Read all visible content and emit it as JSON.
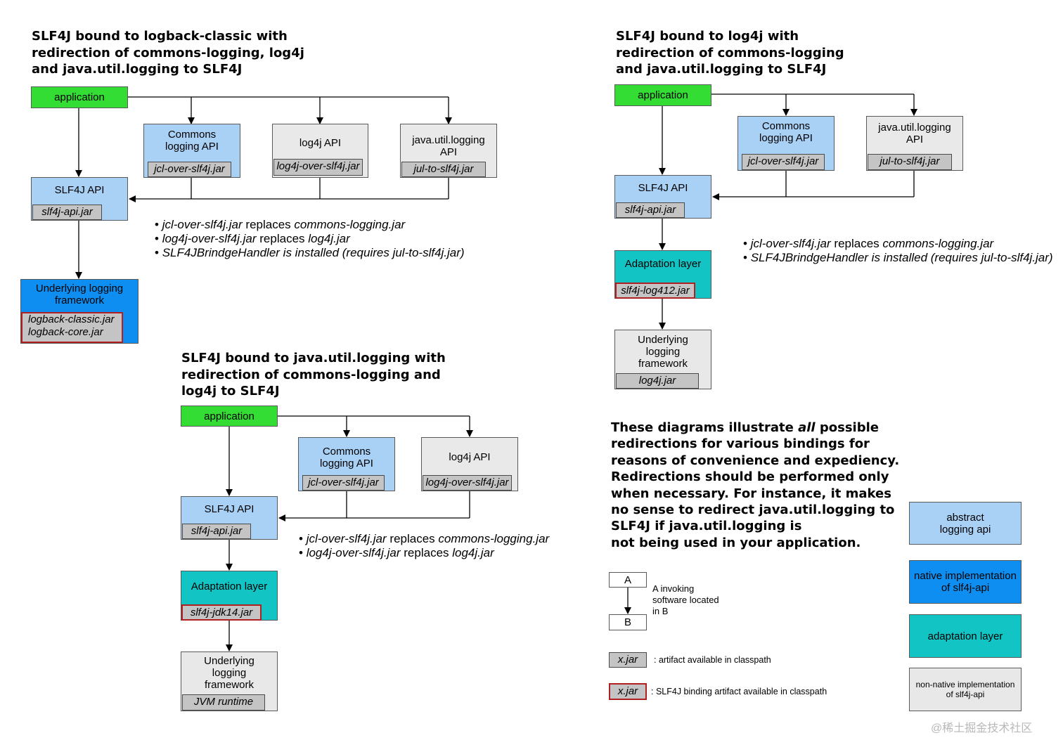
{
  "diagram1": {
    "title_lines": [
      "SLF4J bound to logback-classic with",
      "redirection of commons-logging, log4j",
      "and java.util.logging to SLF4J"
    ],
    "application": "application",
    "commons_api": [
      "Commons",
      "logging API"
    ],
    "commons_jar": "jcl-over-slf4j.jar",
    "log4j_api": "log4j API",
    "log4j_jar": "log4j-over-slf4j.jar",
    "jul_api": [
      "java.util.logging",
      "API"
    ],
    "jul_jar": "jul-to-slf4j.jar",
    "slf4j_api": "SLF4J API",
    "slf4j_jar": "slf4j-api.jar",
    "underlying": [
      "Underlying logging",
      "framework"
    ],
    "underlying_jars": [
      "logback-classic.jar",
      "logback-core.jar"
    ],
    "notes": [
      {
        "a": "jcl-over-slf4j.jar",
        "b": " replaces ",
        "c": "commons-logging.jar"
      },
      {
        "a": "log4j-over-slf4j.jar",
        "b": " replaces ",
        "c": "log4j.jar"
      },
      {
        "a": "SLF4JBrindgeHandler is installed (requires jul-to-slf4j.jar)",
        "b": "",
        "c": ""
      }
    ]
  },
  "diagram2": {
    "title_lines": [
      "SLF4J bound to log4j with",
      "redirection of commons-logging",
      "and java.util.logging to SLF4J"
    ],
    "application": "application",
    "commons_api": [
      "Commons",
      "logging API"
    ],
    "commons_jar": "jcl-over-slf4j.jar",
    "jul_api": [
      "java.util.logging",
      "API"
    ],
    "jul_jar": "jul-to-slf4j.jar",
    "slf4j_api": "SLF4J API",
    "slf4j_jar": "slf4j-api.jar",
    "adaptation": "Adaptation layer",
    "adaptation_jar": "slf4j-log412.jar",
    "underlying": [
      "Underlying",
      "logging",
      "framework"
    ],
    "underlying_jar": "log4j.jar",
    "notes": [
      {
        "a": "jcl-over-slf4j.jar",
        "b": " replaces ",
        "c": "commons-logging.jar"
      },
      {
        "a": "SLF4JBrindgeHandler is installed (requires jul-to-slf4j.jar)",
        "b": "",
        "c": ""
      }
    ]
  },
  "diagram3": {
    "title_lines": [
      "SLF4J bound to java.util.logging with",
      "redirection of commons-logging and",
      "log4j to SLF4J"
    ],
    "application": "application",
    "commons_api": [
      "Commons",
      "logging API"
    ],
    "commons_jar": "jcl-over-slf4j.jar",
    "log4j_api": "log4j API",
    "log4j_jar": "log4j-over-slf4j.jar",
    "slf4j_api": "SLF4J API",
    "slf4j_jar": "slf4j-api.jar",
    "adaptation": "Adaptation layer",
    "adaptation_jar": "slf4j-jdk14.jar",
    "underlying": [
      "Underlying",
      "logging",
      "framework"
    ],
    "underlying_jar": "JVM runtime",
    "notes": [
      {
        "a": "jcl-over-slf4j.jar",
        "b": " replaces ",
        "c": "commons-logging.jar"
      },
      {
        "a": "log4j-over-slf4j.jar",
        "b": " replaces ",
        "c": "log4j.jar"
      }
    ]
  },
  "explanation_lines": [
    "These diagrams illustrate |all| possible",
    "redirections for various bindings for",
    "reasons of convenience and expediency.",
    "Redirections should be performed only",
    "when necessary. For instance, it makes",
    "no sense to redirect java.util.logging to",
    "SLF4J if java.util.logging is",
    "not being used in your application."
  ],
  "legend": {
    "a": "A",
    "b": "B",
    "invoking": [
      "A invoking",
      "software located",
      "in B"
    ],
    "jar": "x.jar",
    "jar_desc": ": artifact available in classpath",
    "binding_jar": "x.jar",
    "binding_desc": ": SLF4J binding artifact available in classpath",
    "abstract": [
      "abstract",
      "logging api"
    ],
    "native": [
      "native implementation",
      "of slf4j-api"
    ],
    "adaptation": "adaptation layer",
    "non_native": [
      "non-native implementation",
      "of slf4j-api"
    ]
  },
  "colors": {
    "application": "#33dd33",
    "abstract_api": "#a9d0f5",
    "native_impl": "#0e8ef0",
    "adaptation": "#13c4c4",
    "non_native": "#e8e8e8",
    "jar": "#c4c4c4",
    "binding_border": "#b02020"
  },
  "watermark": "@稀土掘金技术社区"
}
